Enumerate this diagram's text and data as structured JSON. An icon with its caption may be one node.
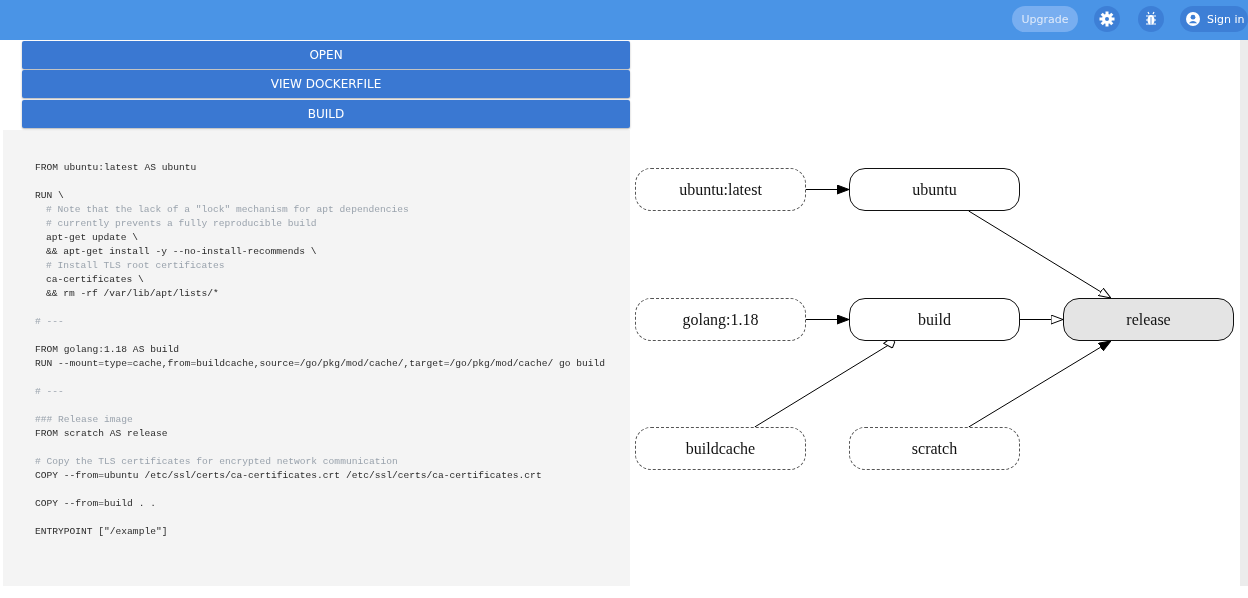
{
  "diagram": {
    "nodes": [
      {
        "text": [
          "ubuntu:latest"
        ]
      },
      {
        "text": [
          "ubuntu"
        ]
      },
      {
        "text": [
          "golang:1.18"
        ]
      },
      {
        "text": [
          "build"
        ]
      },
      {
        "text": [
          "release"
        ]
      },
      {
        "text": [
          "buildcache"
        ]
      },
      {
        "text": [
          "scratch"
        ]
      }
    ],
    "edges": [
      {
        "from": 0,
        "to": 1,
        "arrow": "to"
      },
      {
        "from": 1,
        "to": 4,
        "arrow": "to"
      },
      {
        "from": 2,
        "to": 3,
        "arrow": "to"
      },
      {
        "from": 3,
        "to": 4,
        "arrow": "to"
      },
      {
        "from": 5,
        "to": 3,
        "arrow": "other"
      },
      {
        "from": 6,
        "to": 4,
        "arrow": "to"
      }
    ],
    "labels": [
      "Upgrade",
      "Sign in",
      "OPEN",
      "VIEW DOCKERFILE",
      "BUILD",
      "FROM ubuntu:latest AS ubuntu",
      "RUN \\",
      "# Note that the lack of a \"lock\" mechanism for apt dependencies",
      "# currently prevents a fully reproducible build",
      "apt-get update \\",
      "&& apt-get install -y --no-install-recommends \\",
      "# Install TLS root certificates",
      "ca-certificates \\",
      "&& rm -rf /var/lib/apt/lists/*",
      "# ---",
      "FROM golang:1.18 AS build",
      "RUN --mount=type=cache,from=buildcache,source=/go/pkg/mod/cache/,target=/go/pkg/mod/cache/ go build",
      "# ---",
      "### Release image",
      "FROM scratch AS release",
      "# Copy the TLS certificates for encrypted network communication",
      "COPY --from=ubuntu /etc/ssl/certs/ca-certificates.crt /etc/ssl/certs/ca-certificates.crt",
      "COPY --from=build . .",
      "ENTRYPOINT [\"/example\"]"
    ]
  }
}
